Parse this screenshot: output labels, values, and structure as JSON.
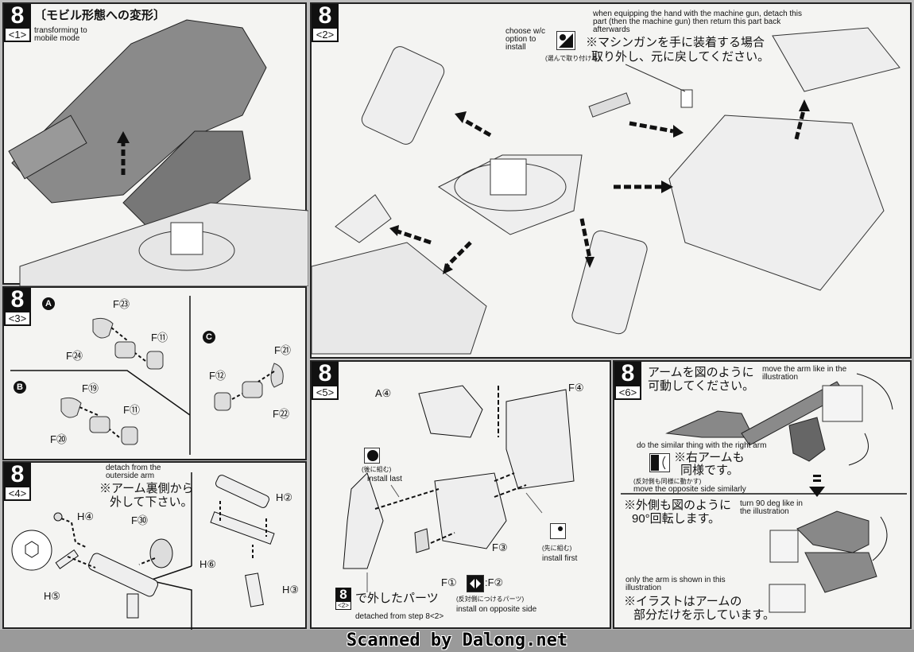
{
  "steps": {
    "s1": {
      "num": "8",
      "sub": "<1>",
      "title_jp": "〔モビル形態への変形〕",
      "title_en": "transforming to mobile mode"
    },
    "s2": {
      "num": "8",
      "sub": "<2>",
      "choose_en": "choose w/c option to install",
      "choose_jp": "(選んで取り付ける)",
      "note_en": "when equipping the hand with the machine gun, detach this part (then the machine gun) then return this part back afterwards",
      "note_jp_1": "※マシンガンを手に装着する場合",
      "note_jp_2": "取り外し、元に戻してください。"
    },
    "s3": {
      "num": "8",
      "sub": "<3>",
      "groups": [
        {
          "letter": "A",
          "parts": [
            "F㉓",
            "F⑪",
            "F㉔"
          ]
        },
        {
          "letter": "B",
          "parts": [
            "F⑲",
            "F⑪",
            "F⑳"
          ]
        },
        {
          "letter": "C",
          "parts": [
            "F㉑",
            "F⑫",
            "F㉒"
          ]
        }
      ]
    },
    "s4": {
      "num": "8",
      "sub": "<4>",
      "note_en": "detach from the outerside arm",
      "note_jp_1": "※アーム裏側から",
      "note_jp_2": "外して下さい。",
      "parts": [
        "H④",
        "F㉚",
        "H⑤",
        "H②",
        "H⑥",
        "H③"
      ]
    },
    "s5": {
      "num": "8",
      "sub": "<5>",
      "parts": [
        "A④",
        "F④",
        "F③",
        "F①",
        ":F②"
      ],
      "last_jp": "(後に組む)",
      "last_en": "install last",
      "first_jp": "(先に組む)",
      "first_en": "install first",
      "opp_jp": "(反対側につけるパーツ)",
      "opp_en": "install on opposite side",
      "ref_num": "8",
      "ref_sub": "<2>",
      "ref_jp": "で外したパーツ",
      "ref_en": "detached from step 8<2>"
    },
    "s6": {
      "num": "8",
      "sub": "<6>",
      "move_jp_1": "アームを図のように",
      "move_jp_2": "可動してください。",
      "move_en": "move the arm like in the illustration",
      "right_en": "do the similar thing with the right arm",
      "right_jp_1": "※右アームも",
      "right_jp_2": "同様です。",
      "opp_jp": "(反対側も同様に動かす)",
      "opp_en": "move the opposite side similarly",
      "turn_jp_1": "※外側も図のように",
      "turn_jp_2": "90°回転します。",
      "turn_en": "turn 90 deg like in the illustration",
      "only_en": "only the arm is shown in this illustration",
      "only_jp_1": "※イラストはアームの",
      "only_jp_2": "部分だけを示しています。"
    }
  },
  "banner": "Scanned by Dalong.net"
}
